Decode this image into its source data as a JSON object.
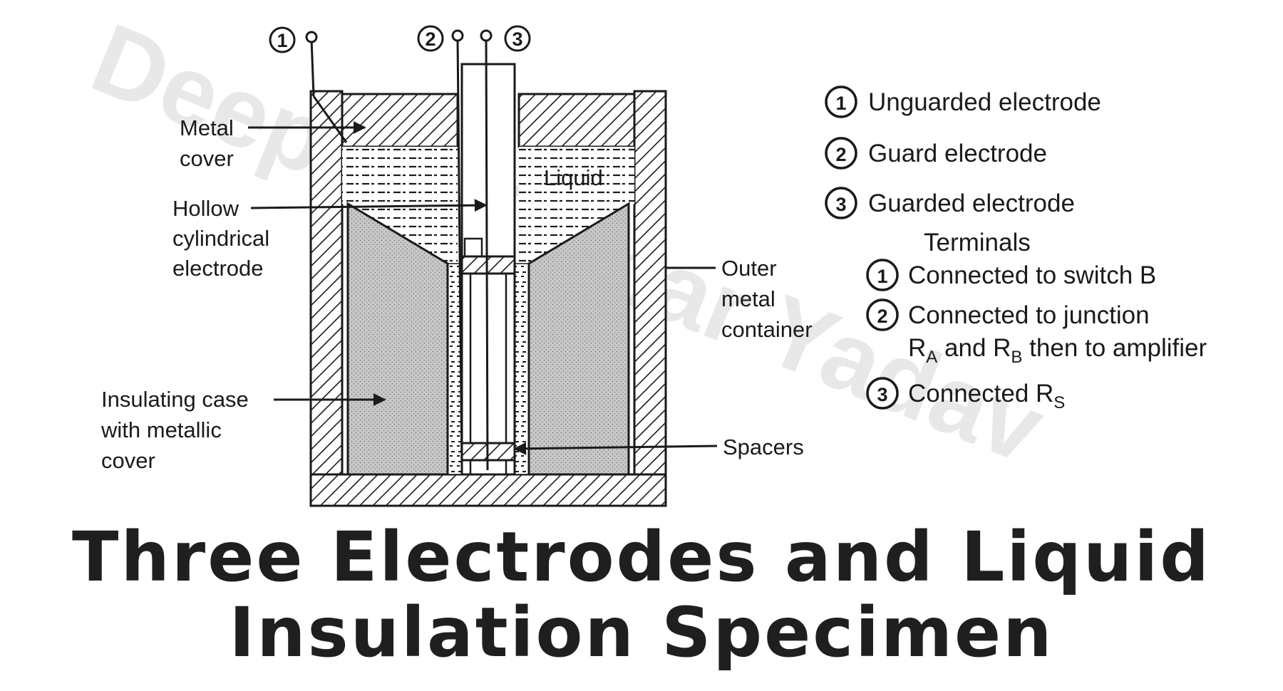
{
  "watermark": "Deepak Kumar Yadav",
  "title": {
    "line1": "Three Electrodes and Liquid",
    "line2": "Insulation Specimen"
  },
  "terminals": [
    {
      "number": "1"
    },
    {
      "number": "2"
    },
    {
      "number": "3"
    }
  ],
  "labels": {
    "metal_cover": [
      "Metal",
      "cover"
    ],
    "hollow_electrode": [
      "Hollow",
      "cylindrical",
      "electrode"
    ],
    "insulating_case": [
      "Insulating case",
      "with metallic",
      "cover"
    ],
    "liquid": "Liquid",
    "outer_container": [
      "Outer",
      "metal",
      "container"
    ],
    "spacers": "Spacers"
  },
  "legend": {
    "electrodes": [
      {
        "number": "1",
        "text": "Unguarded electrode"
      },
      {
        "number": "2",
        "text": "Guard electrode"
      },
      {
        "number": "3",
        "text": "Guarded electrode"
      }
    ],
    "terminals_heading": "Terminals",
    "terminal_connections": [
      {
        "number": "1",
        "line1": "Connected to switch B"
      },
      {
        "number": "2",
        "line1": "Connected to junction",
        "line2_parts": [
          "R",
          "A",
          " and R",
          "B",
          " then to amplifier"
        ]
      },
      {
        "number": "3",
        "line1_parts": [
          "Connected R",
          "S"
        ]
      }
    ]
  }
}
